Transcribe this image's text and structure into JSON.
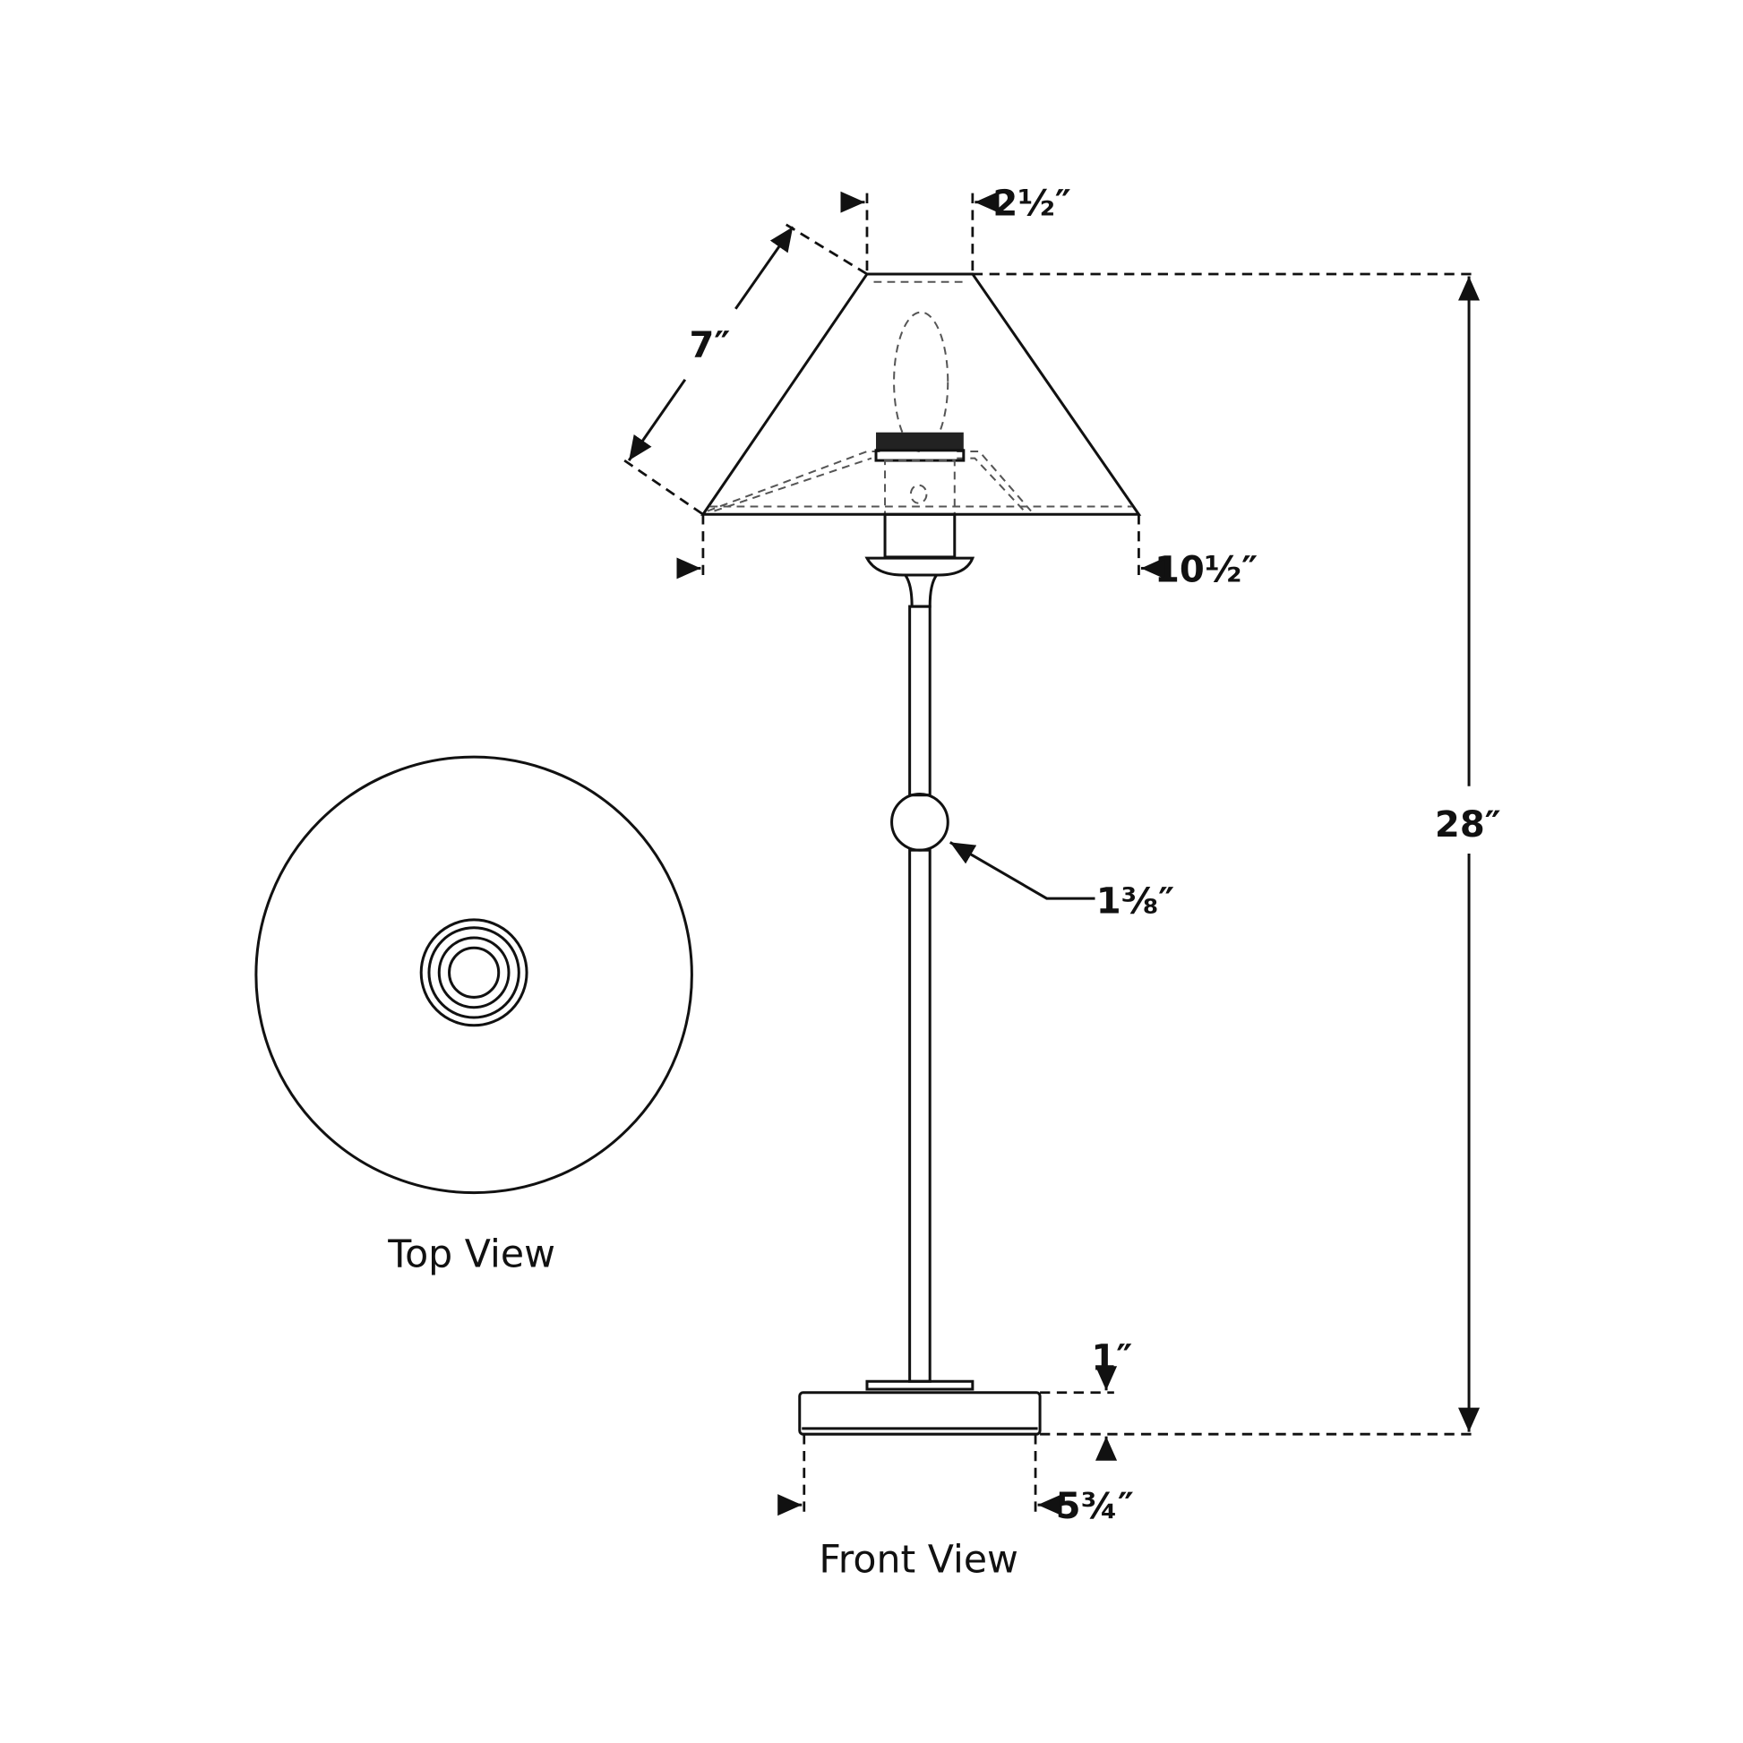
{
  "dimensions": {
    "shade_top": "2½″",
    "shade_slant": "7″",
    "shade_bottom": "10½″",
    "overall_height": "28″",
    "ball": "1⅜″",
    "base_height": "1″",
    "base_width": "5¾″"
  },
  "captions": {
    "top_view": "Top View",
    "front_view": "Front View"
  }
}
